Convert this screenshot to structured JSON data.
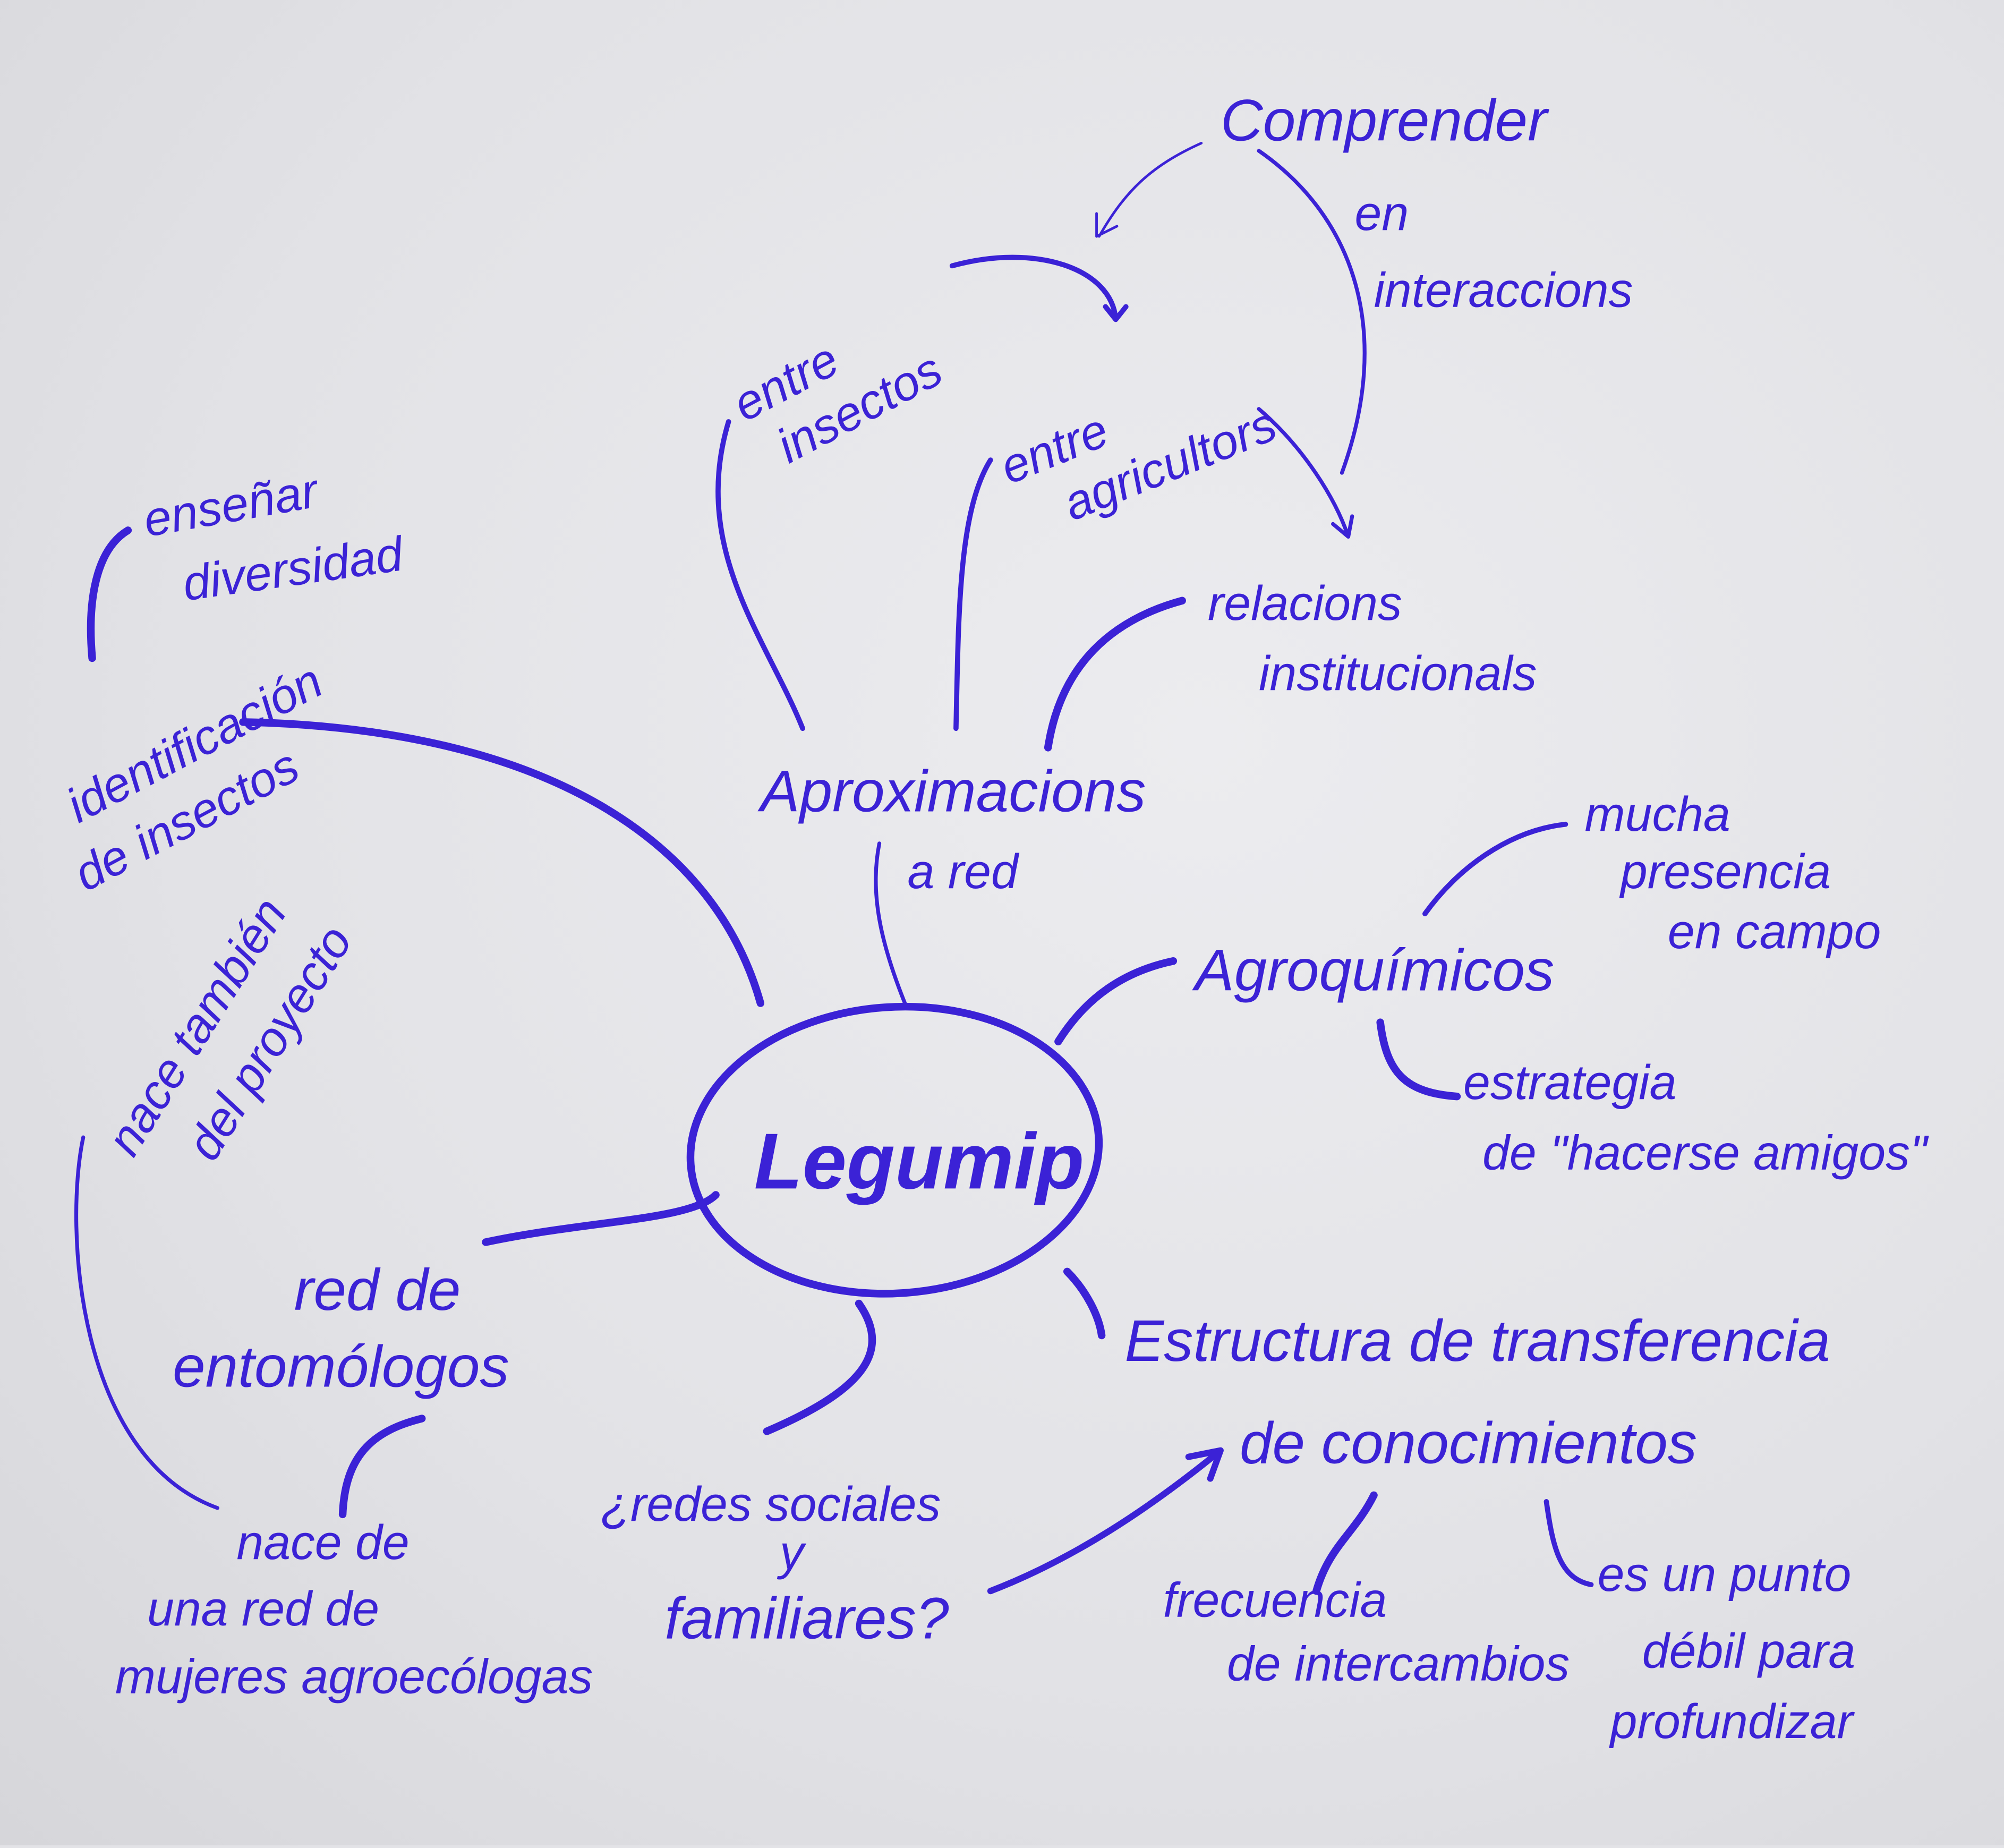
{
  "mind_map": {
    "center": "Legumip",
    "ink_color": "#3b22d6",
    "paper_color": "#e3e3e7",
    "comprender": [
      "Comprender",
      "en",
      "interaccions"
    ],
    "entre_insectos": [
      "entre",
      "insectos"
    ],
    "entre_agricultors": [
      "entre",
      "agricultors"
    ],
    "ensenar": [
      "enseñar",
      "diversidad"
    ],
    "identificacion": [
      "identificación",
      "de insectos"
    ],
    "relacions": [
      "relacions",
      "institucionals"
    ],
    "aproximacions": [
      "Aproximacions",
      "a red"
    ],
    "mucha": [
      "mucha",
      "presencia",
      "en campo"
    ],
    "agroquimicos": "Agroquímicos",
    "estrategia": [
      "estrategia",
      "de \"hacerse amigos\""
    ],
    "nace_tambien": [
      "nace también",
      "del proyecto"
    ],
    "red_entomologos": [
      "red de",
      "entomólogos"
    ],
    "estructura": [
      "Estructura de transferencia",
      "de conocimientos"
    ],
    "redes": [
      "¿redes sociales",
      "y",
      "familiares?"
    ],
    "frecuencia": [
      "frecuencia",
      "de intercambios"
    ],
    "punto_debil": [
      "es un punto",
      "débil para",
      "profundizar"
    ],
    "nace_red": [
      "nace de",
      "una red de",
      "mujeres agroecólogas"
    ]
  }
}
